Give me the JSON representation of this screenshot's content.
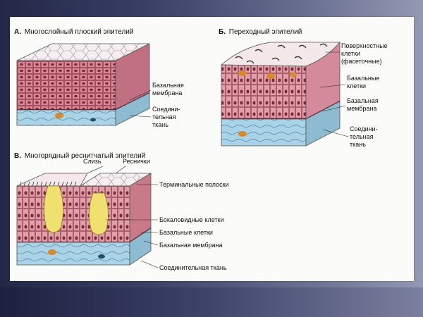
{
  "panels": [
    {
      "letter": "А.",
      "title": "Многослойный плоский эпителий",
      "labels": [
        "Базальная",
        "мембрана",
        "Соедини-",
        "тельная",
        "ткань"
      ]
    },
    {
      "letter": "Б.",
      "title": "Переходный эпителий",
      "labels": [
        "Поверхностные",
        "клетки",
        "(фасеточные)",
        "Базальные",
        "клетки",
        "Базальная",
        "мембрана",
        "Соедини-",
        "тельная",
        "ткань"
      ]
    },
    {
      "letter": "В.",
      "title": "Многорядный реснитчатый эпителий",
      "labels": [
        "Слизь",
        "Реснички",
        "Терминальные полоски",
        "Бокаловидные клетки",
        "Базальные клетки",
        "Базальная мембрана",
        "Соединительная ткань"
      ]
    }
  ],
  "colors": {
    "epithelium": "#d98a96",
    "epithelium_dark": "#a44a5a",
    "surface": "#f4e8ea",
    "connective": "#a9d3e6",
    "nucleus": "#d88a2a",
    "goblet": "#f0e070"
  }
}
